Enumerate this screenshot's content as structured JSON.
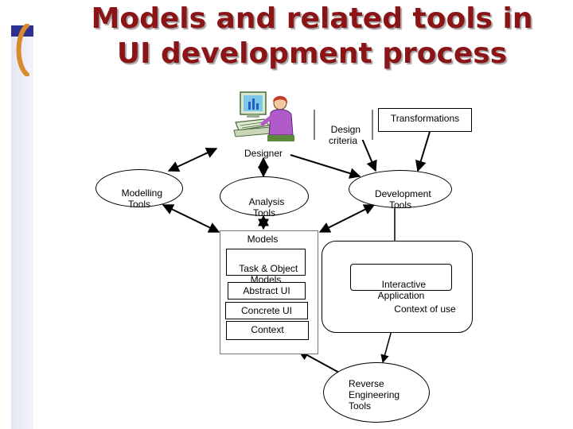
{
  "title": {
    "line1": "Models and related tools in",
    "line2": "UI development process"
  },
  "designer": "Designer",
  "design_criteria": "Design\ncriteria",
  "transformations": "Transformations",
  "modelling_tools": "Modelling\nTools",
  "analysis_tools": "Analysis\nTools",
  "development_tools": "Development\nTools",
  "models": {
    "label": "Models",
    "task_object": "Task & Object\nModels",
    "abstract_ui": "Abstract UI",
    "concrete_ui": "Concrete UI",
    "context": "Context"
  },
  "interactive_application": "Interactive\nApplication",
  "context_of_use": "Context of use",
  "reverse_engineering": "Reverse\nEngineering\nTools",
  "icons": [
    "designer-person-icon",
    "bracket-icon"
  ],
  "colors": {
    "title": "#8b1416",
    "accent_bar": "#2e3192"
  }
}
